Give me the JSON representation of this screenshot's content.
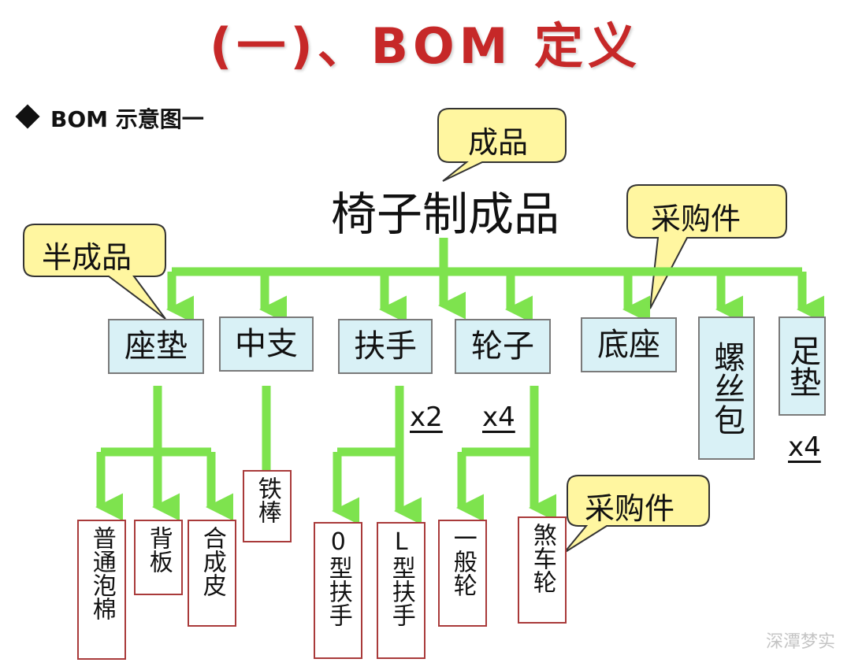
{
  "title": "(一)、BOM 定义",
  "subtitle": "BOM 示意图一",
  "product": "椅子制成品",
  "callouts": {
    "finished": "成品",
    "semi": "半成品",
    "purchased_top": "采购件",
    "purchased_bottom": "采购件"
  },
  "level1": [
    "座垫",
    "中支",
    "扶手",
    "轮子",
    "底座",
    "螺丝包",
    "足垫"
  ],
  "level2": [
    "普通泡棉",
    "背板",
    "合成皮",
    "铁棒",
    "0型扶手",
    "L型扶手",
    "一般轮",
    "煞车轮"
  ],
  "multipliers": {
    "armrest": "x2",
    "wheel": "x4",
    "foot_pad": "x4"
  },
  "watermark": "深潭梦实",
  "colors": {
    "arrow": "#7ee34e",
    "title": "#c62828",
    "callout_fill": "#fff6a0",
    "box_fill": "#d9f1f6",
    "leaf_border": "#a93a3a"
  }
}
